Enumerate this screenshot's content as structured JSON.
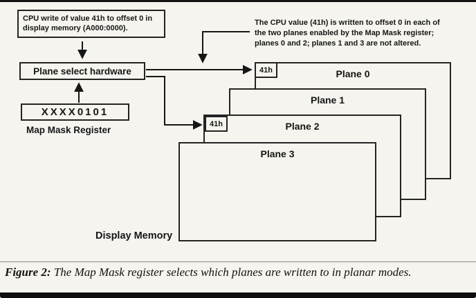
{
  "annotations": {
    "cpu_write": "CPU write of value 41h to offset 0 in display memory (A000:0000).",
    "cpu_value": "The CPU value (41h) is written to offset 0 in each of the two planes enabled by the Map Mask register; planes 0 and 2; planes 1 and 3 are not altered."
  },
  "hardware": {
    "plane_select": "Plane select hardware",
    "map_mask_value": "XXXX0101",
    "map_mask_label": "Map Mask Register"
  },
  "value_tags": {
    "top": "41h",
    "bottom": "41h"
  },
  "planes": {
    "plane0": "Plane 0",
    "plane1": "Plane 1",
    "plane2": "Plane 2",
    "plane3": "Plane 3"
  },
  "display_memory": "Display Memory",
  "caption": {
    "label": "Figure 2:",
    "text": "The Map Mask register selects which planes are written to in planar modes."
  },
  "colors": {
    "ink": "#161616",
    "paper": "#f5f4ef"
  }
}
